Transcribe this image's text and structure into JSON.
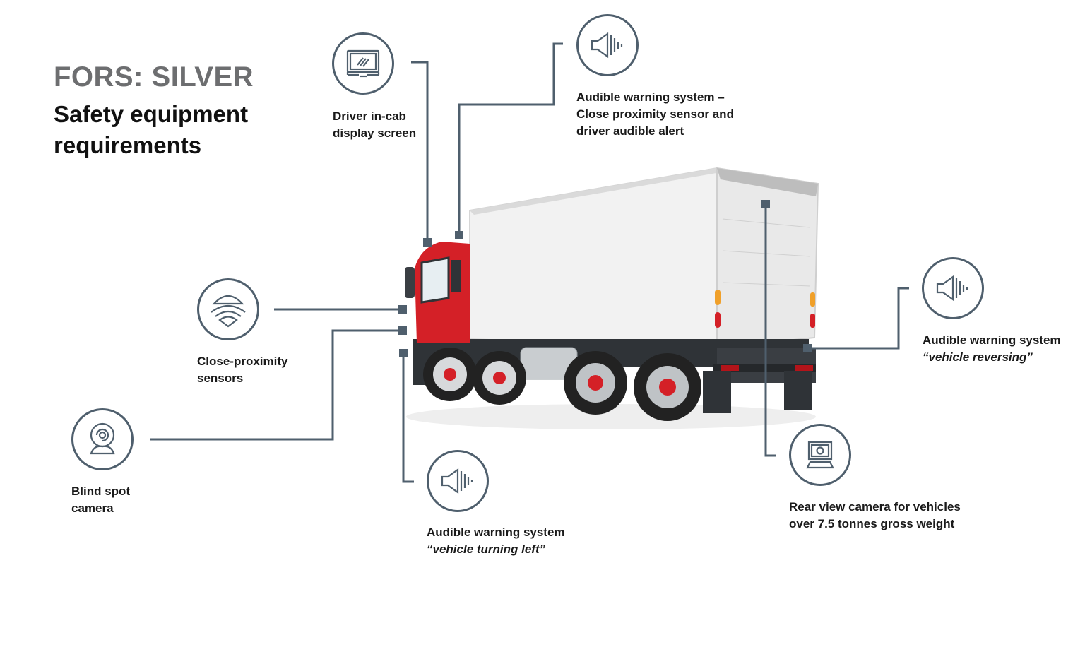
{
  "header": {
    "title": "FORS: SILVER",
    "subtitle_line1": "Safety equipment",
    "subtitle_line2": "requirements"
  },
  "colors": {
    "accent": "#4f5f6d",
    "title_gray": "#6d6e70",
    "truck_cab": "#d42027",
    "text": "#1a1a1a",
    "background": "#ffffff"
  },
  "callouts": [
    {
      "id": "display-screen",
      "icon": "monitor-icon",
      "lines": [
        "Driver in-cab",
        "display screen"
      ],
      "italic": ""
    },
    {
      "id": "audible-proximity",
      "icon": "speaker-icon",
      "lines": [
        "Audible warning system –",
        "Close proximity sensor and",
        "driver audible alert"
      ],
      "italic": ""
    },
    {
      "id": "proximity-sensors",
      "icon": "proximity-sensor-icon",
      "lines": [
        "Close-proximity",
        "sensors"
      ],
      "italic": ""
    },
    {
      "id": "blind-spot-camera",
      "icon": "webcam-icon",
      "lines": [
        "Blind spot",
        "camera"
      ],
      "italic": ""
    },
    {
      "id": "audible-turning-left",
      "icon": "speaker-icon",
      "lines": [
        "Audible warning system"
      ],
      "italic": "“vehicle turning left”"
    },
    {
      "id": "audible-reversing",
      "icon": "speaker-icon",
      "lines": [
        "Audible warning system"
      ],
      "italic": "“vehicle reversing”"
    },
    {
      "id": "rear-view-camera",
      "icon": "rear-camera-icon",
      "lines": [
        "Rear view camera for vehicles",
        "over 7.5 tonnes gross weight"
      ],
      "italic": ""
    }
  ]
}
